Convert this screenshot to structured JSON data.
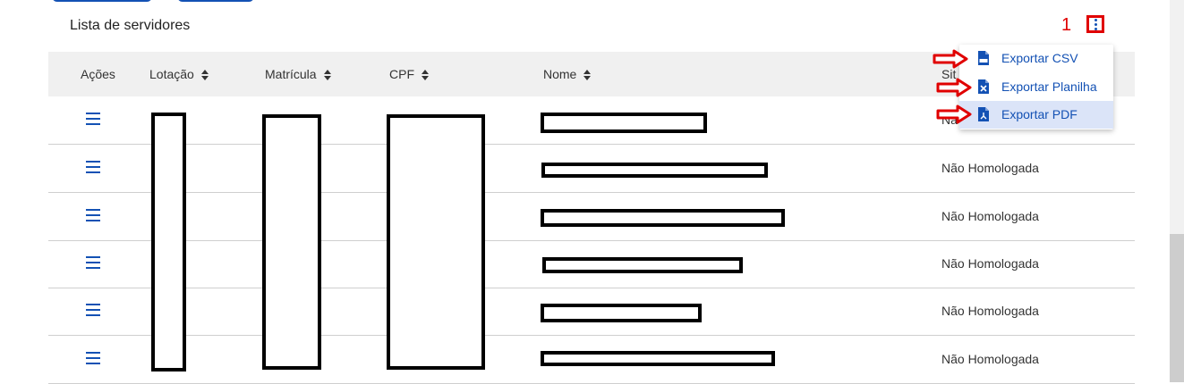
{
  "panel": {
    "title": "Lista de servidores"
  },
  "annotation": {
    "number": "1"
  },
  "table": {
    "columns": [
      {
        "label": "Ações",
        "sortable": false
      },
      {
        "label": "Lotação",
        "sortable": true
      },
      {
        "label": "Matrícula",
        "sortable": true
      },
      {
        "label": "CPF",
        "sortable": true
      },
      {
        "label": "Nome",
        "sortable": true
      },
      {
        "label": "Sit",
        "sortable": false
      }
    ],
    "rows": [
      {
        "status": "Nã"
      },
      {
        "status": "Não Homologada"
      },
      {
        "status": "Não Homologada"
      },
      {
        "status": "Não Homologada"
      },
      {
        "status": "Não Homologada"
      },
      {
        "status": "Não Homologada"
      }
    ]
  },
  "export_menu": {
    "items": [
      {
        "label": "Exportar CSV",
        "icon": "csv-file-icon"
      },
      {
        "label": "Exportar Planilha",
        "icon": "excel-file-icon"
      },
      {
        "label": "Exportar PDF",
        "icon": "pdf-file-icon"
      }
    ]
  },
  "colors": {
    "primary": "#1351b4",
    "annotation": "#e00000",
    "header_bg": "#f0f0f0",
    "hover": "#dbe4f8"
  }
}
